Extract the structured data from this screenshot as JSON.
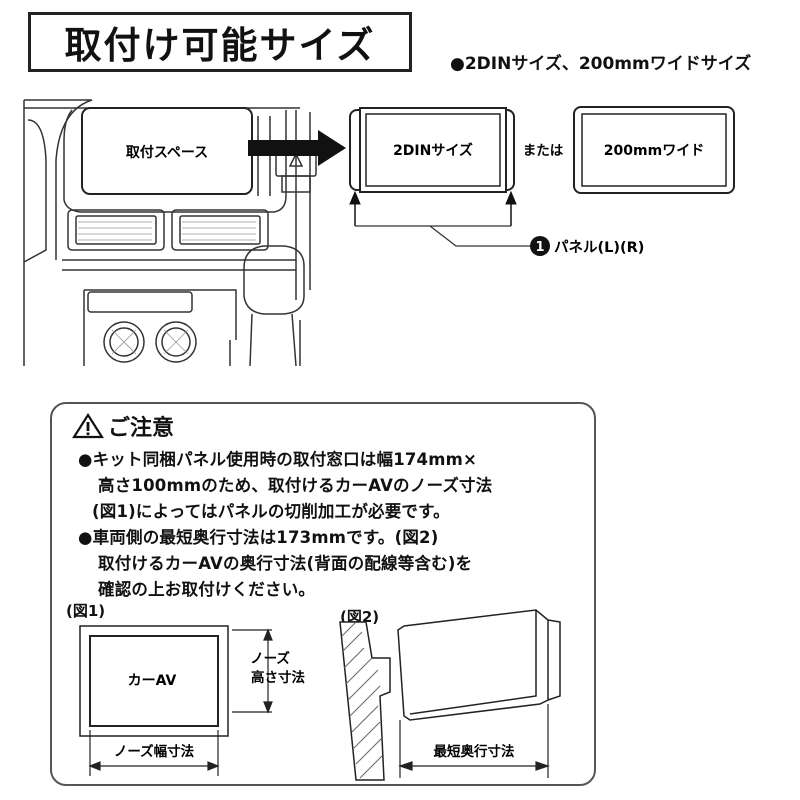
{
  "title": "取付け可能サイズ",
  "subtitle": "●2DINサイズ、200mmワイドサイズ",
  "diagram": {
    "mount_space": "取付スペース",
    "din_label": "2DINサイズ",
    "or_label": "または",
    "wide_label": "200mmワイド",
    "panel_number": "1",
    "panel_label": "パネル(L)(R)"
  },
  "caution": {
    "title": "ご注意",
    "lines": [
      "●キット同梱パネル使用時の取付窓口は幅174mm×",
      "高さ100mmのため、取付けるカーAVのノーズ寸法",
      "(図1)によってはパネルの切削加工が必要です。",
      "●車両側の最短奥行寸法は173mmです。(図2)",
      "取付けるカーAVの奥行寸法(背面の配線等含む)を",
      "確認の上お取付けください。"
    ]
  },
  "figure1": {
    "label": "(図1)",
    "unit_label": "カーAV",
    "height_label_1": "ノーズ",
    "height_label_2": "高さ寸法",
    "width_label": "ノーズ幅寸法"
  },
  "figure2": {
    "label": "(図2)",
    "depth_label": "最短奥行寸法"
  }
}
